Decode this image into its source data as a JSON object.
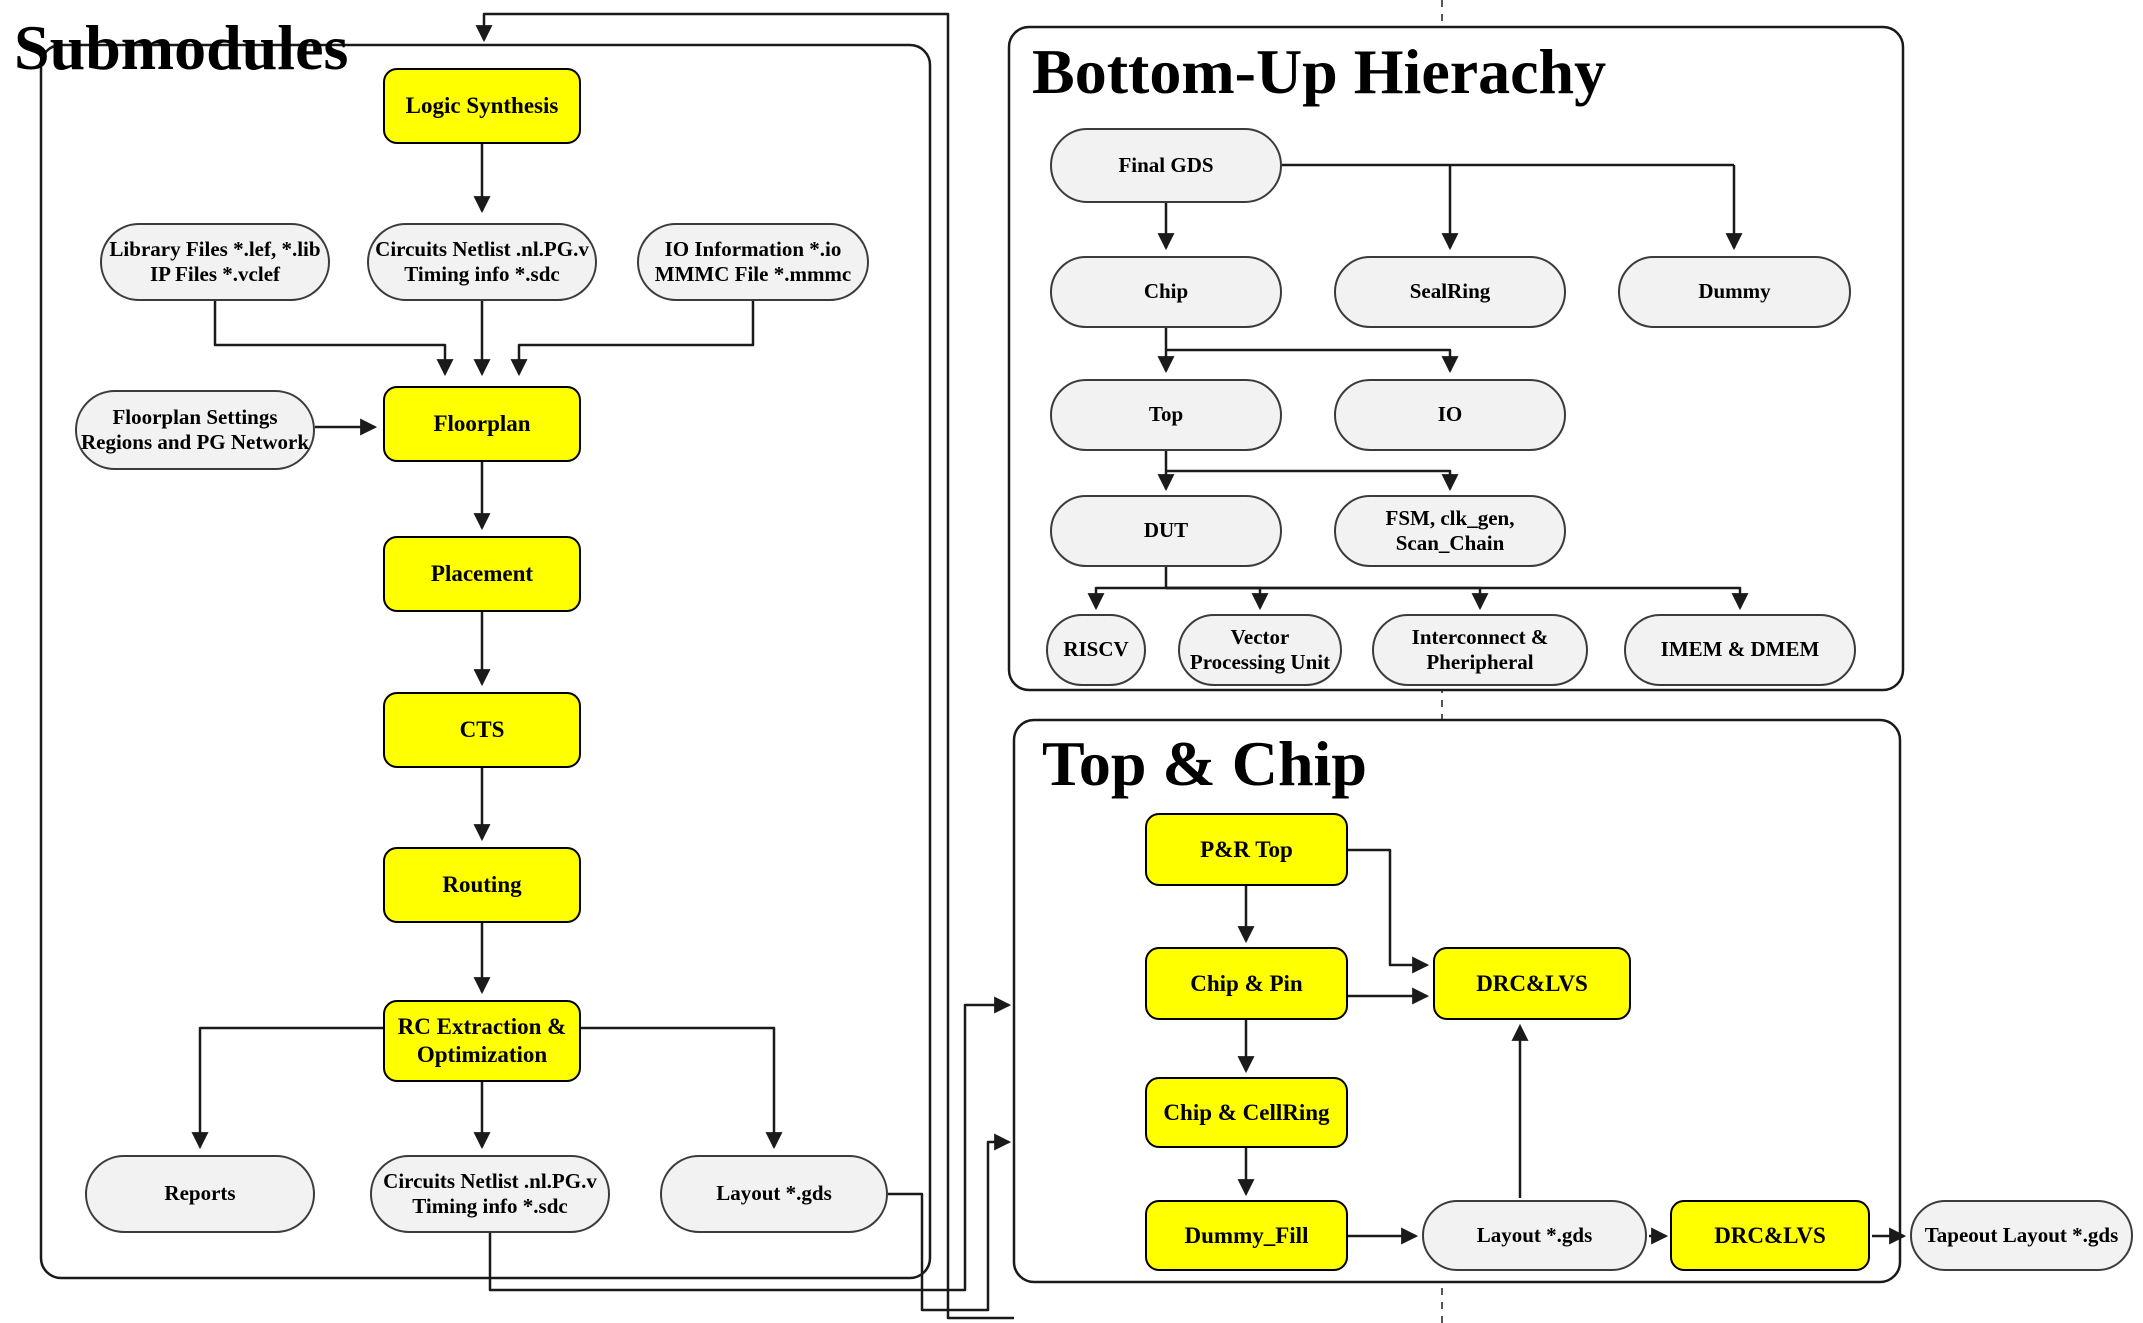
{
  "colors": {
    "process_fill": "#FFFF00",
    "artifact_fill": "#F2F2F2",
    "line": "#1A1A1A",
    "background": "#FFFFFF"
  },
  "panels": {
    "submodules": {
      "title": "Submodules",
      "nodes": {
        "logic_synthesis": [
          "Logic Synthesis"
        ],
        "lib_files": [
          "Library Files *.lef, *.lib",
          "IP Files *.vclef"
        ],
        "circuits_in": [
          "Circuits Netlist .nl.PG.v",
          "Timing info *.sdc"
        ],
        "io_info": [
          "IO Information *.io",
          "MMMC File *.mmmc"
        ],
        "floorplan_settings": [
          "Floorplan Settings",
          "Regions and PG Network"
        ],
        "floorplan": [
          "Floorplan"
        ],
        "placement": [
          "Placement"
        ],
        "cts": [
          "CTS"
        ],
        "routing": [
          "Routing"
        ],
        "rc_extraction": [
          "RC Extraction &",
          "Optimization"
        ],
        "reports": [
          "Reports"
        ],
        "circuits_out": [
          "Circuits Netlist .nl.PG.v",
          "Timing info *.sdc"
        ],
        "layout_out": [
          "Layout *.gds"
        ]
      }
    },
    "hierarchy": {
      "title": "Bottom-Up Hierachy",
      "nodes": {
        "final_gds": [
          "Final GDS"
        ],
        "chip": [
          "Chip"
        ],
        "sealring": [
          "SealRing"
        ],
        "dummy": [
          "Dummy"
        ],
        "top": [
          "Top"
        ],
        "io": [
          "IO"
        ],
        "dut": [
          "DUT"
        ],
        "fsm": [
          "FSM, clk_gen,",
          "Scan_Chain"
        ],
        "riscv": [
          "RISCV"
        ],
        "vpu": [
          "Vector",
          "Processing Unit"
        ],
        "interconnect": [
          "Interconnect &",
          "Pheripheral"
        ],
        "imem": [
          "IMEM & DMEM"
        ]
      }
    },
    "top_chip": {
      "title": "Top & Chip",
      "nodes": {
        "pr_top": [
          "P&R Top"
        ],
        "chip_pin": [
          "Chip & Pin"
        ],
        "drclvs_1": [
          "DRC&LVS"
        ],
        "chip_cellring": [
          "Chip & CellRing"
        ],
        "dummy_fill": [
          "Dummy_Fill"
        ],
        "layout_gds": [
          "Layout *.gds"
        ],
        "drclvs_2": [
          "DRC&LVS"
        ],
        "tapeout": [
          "Tapeout Layout *.gds"
        ]
      }
    }
  }
}
